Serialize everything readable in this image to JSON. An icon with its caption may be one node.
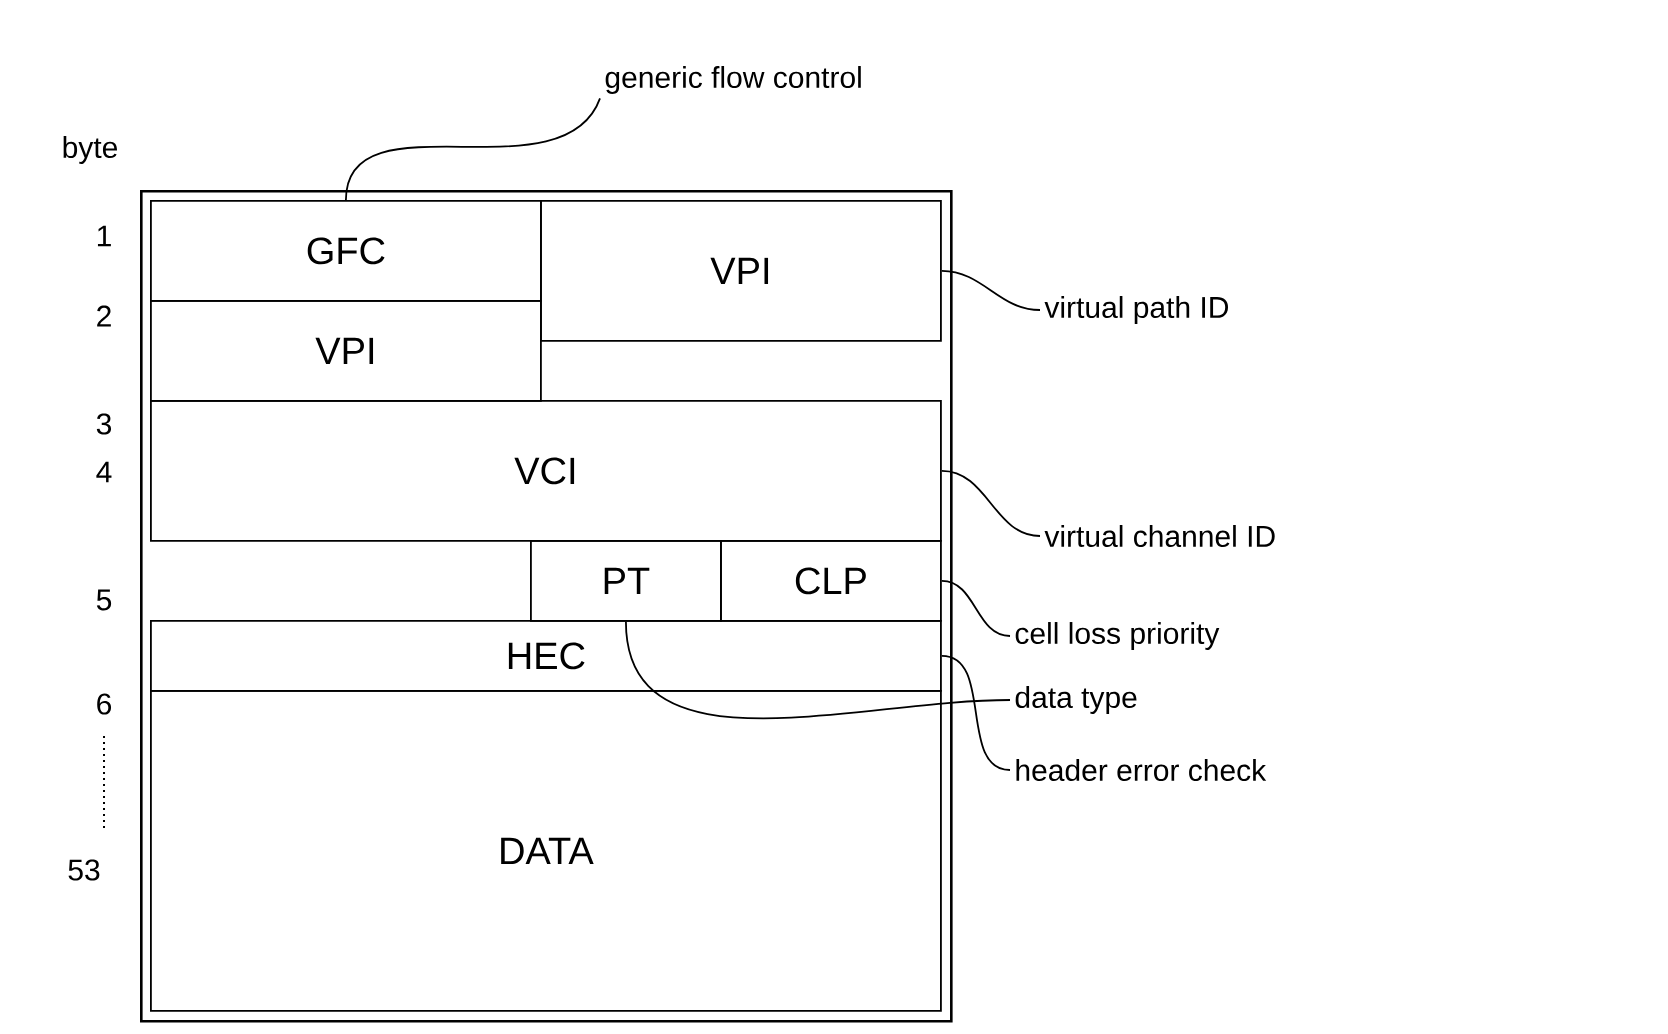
{
  "diagram": {
    "nodes": [
      {
        "text": [],
        "shape": "box"
      },
      {
        "text": [
          "GFC"
        ],
        "in": 0
      },
      {
        "text": [
          "VPI"
        ],
        "in": 0
      },
      {
        "text": [
          "VPI"
        ],
        "in": 0
      },
      {
        "text": [
          "VCI"
        ],
        "in": 0
      },
      {
        "text": [
          "PT"
        ],
        "in": 0
      },
      {
        "text": [
          "CLP"
        ],
        "in": 0
      },
      {
        "text": [
          "HEC"
        ],
        "in": 0
      },
      {
        "text": [
          "DATA"
        ],
        "in": 0
      },
      {
        "text": [
          "generic flow control"
        ]
      },
      {
        "text": [
          "virtual path ID"
        ]
      },
      {
        "text": [
          "virtual channel ID"
        ]
      },
      {
        "text": [
          "cell loss priority"
        ]
      },
      {
        "text": [
          "data type"
        ]
      },
      {
        "text": [
          "header error check"
        ]
      }
    ],
    "edges": [
      {
        "from": 9,
        "to": 1,
        "arrow": "none"
      },
      {
        "from": 10,
        "to": 2,
        "arrow": "none"
      },
      {
        "from": 11,
        "to": 4,
        "arrow": "none"
      },
      {
        "from": 12,
        "to": 6,
        "arrow": "none"
      },
      {
        "from": 13,
        "to": 5,
        "arrow": "none"
      },
      {
        "from": 14,
        "to": 7,
        "arrow": "none"
      }
    ],
    "labels": [
      "byte",
      "1",
      "2",
      "3",
      "4",
      "5",
      "6",
      "53"
    ]
  }
}
